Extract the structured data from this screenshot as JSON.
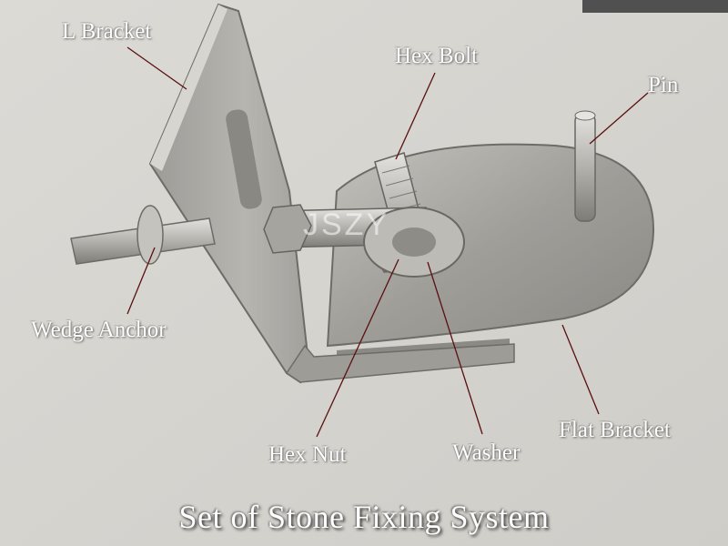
{
  "labels": {
    "l_bracket": "L Bracket",
    "hex_bolt": "Hex Bolt",
    "pin": "Pin",
    "wedge_anchor": "Wedge Anchor",
    "hex_nut": "Hex Nut",
    "washer": "Washer",
    "flat_bracket": "Flat Bracket"
  },
  "caption": "Set of Stone Fixing System",
  "watermark": "JSZY",
  "colors": {
    "background": "#d8d6d1",
    "metal": "#a9a7a2",
    "leader_line": "#5a1010",
    "label_text": "#ffffff"
  }
}
